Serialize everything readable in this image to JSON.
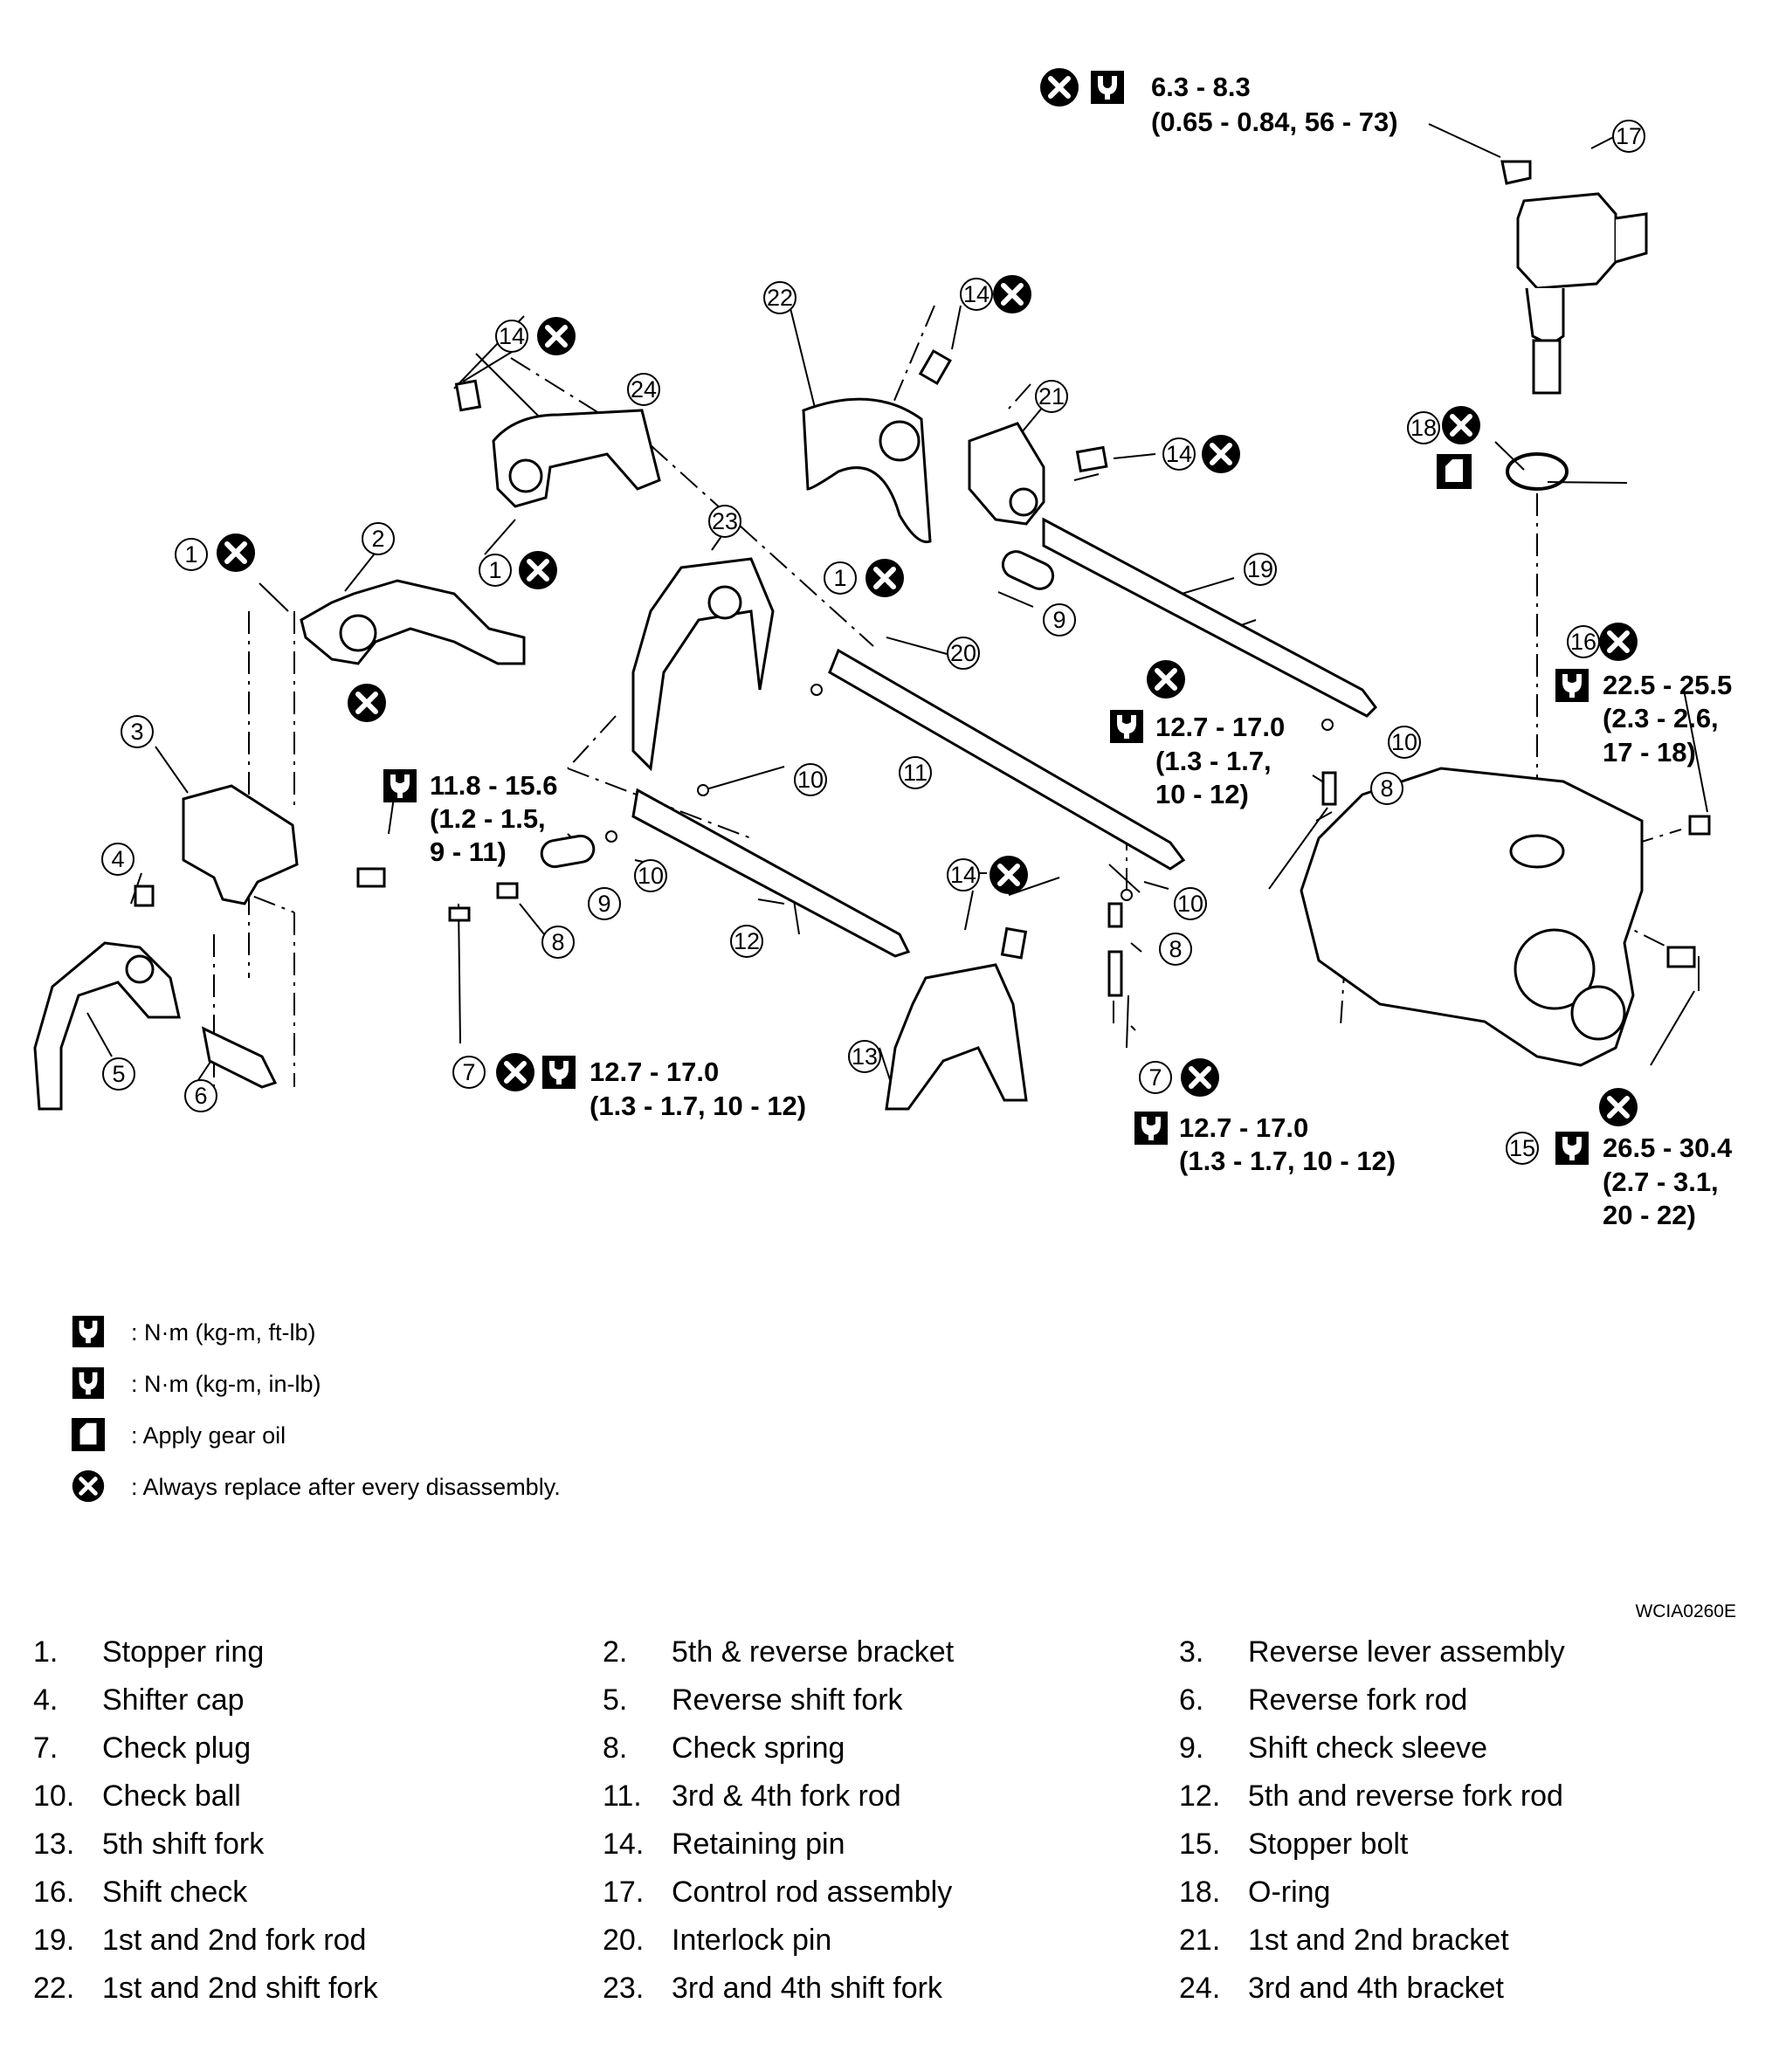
{
  "torque_specs": {
    "control_rod_bolt": {
      "value": "6.3 - 8.3",
      "detail": "(0.65 - 0.84, 56 - 73)"
    },
    "reverse_lever_bolt": {
      "value": "11.8 - 15.6",
      "detail1": "(1.2 - 1.5,",
      "detail2": "9 - 11)"
    },
    "check_plug_upper": {
      "value": "12.7 - 17.0",
      "detail1": "(1.3 - 1.7,",
      "detail2": "10 - 12)"
    },
    "check_plug_left": {
      "value": "12.7 - 17.0",
      "detail": "(1.3 - 1.7, 10 - 12)"
    },
    "check_plug_right": {
      "value": "12.7 - 17.0",
      "detail": "(1.3 - 1.7, 10 - 12)"
    },
    "shift_check": {
      "value": "22.5 - 25.5",
      "detail1": "(2.3 - 2.6,",
      "detail2": "17 - 18)"
    },
    "stopper_bolt": {
      "value": "26.5 - 30.4",
      "detail1": "(2.7 - 3.1,",
      "detail2": "20 - 22)"
    }
  },
  "callouts": {
    "c1": "1",
    "c2": "2",
    "c3": "3",
    "c4": "4",
    "c5": "5",
    "c6": "6",
    "c7": "7",
    "c8": "8",
    "c9": "9",
    "c10": "10",
    "c11": "11",
    "c12": "12",
    "c13": "13",
    "c14": "14",
    "c15": "15",
    "c16": "16",
    "c17": "17",
    "c18": "18",
    "c19": "19",
    "c20": "20",
    "c21": "21",
    "c22": "22",
    "c23": "23",
    "c24": "24"
  },
  "legend": [
    {
      "icon": "torque-wrench-icon",
      "text": ": N·m (kg-m, ft-lb)"
    },
    {
      "icon": "torque-wrench-filled-icon",
      "text": ": N·m (kg-m, in-lb)"
    },
    {
      "icon": "oil-can-icon",
      "text": ": Apply gear oil"
    },
    {
      "icon": "replace-x-icon",
      "text": ": Always replace after every disassembly."
    }
  ],
  "figure_code": "WCIA0260E",
  "parts": [
    {
      "num": "1.",
      "name": "Stopper ring"
    },
    {
      "num": "2.",
      "name": "5th & reverse bracket"
    },
    {
      "num": "3.",
      "name": "Reverse lever assembly"
    },
    {
      "num": "4.",
      "name": "Shifter cap"
    },
    {
      "num": "5.",
      "name": "Reverse shift fork"
    },
    {
      "num": "6.",
      "name": "Reverse fork rod"
    },
    {
      "num": "7.",
      "name": "Check plug"
    },
    {
      "num": "8.",
      "name": "Check spring"
    },
    {
      "num": "9.",
      "name": "Shift check sleeve"
    },
    {
      "num": "10.",
      "name": "Check ball"
    },
    {
      "num": "11.",
      "name": "3rd & 4th fork rod"
    },
    {
      "num": "12.",
      "name": "5th and reverse fork rod"
    },
    {
      "num": "13.",
      "name": "5th shift fork"
    },
    {
      "num": "14.",
      "name": "Retaining pin"
    },
    {
      "num": "15.",
      "name": "Stopper bolt"
    },
    {
      "num": "16.",
      "name": "Shift check"
    },
    {
      "num": "17.",
      "name": "Control rod assembly"
    },
    {
      "num": "18.",
      "name": "O-ring"
    },
    {
      "num": "19.",
      "name": "1st and 2nd fork rod"
    },
    {
      "num": "20.",
      "name": "Interlock pin"
    },
    {
      "num": "21.",
      "name": "1st and 2nd bracket"
    },
    {
      "num": "22.",
      "name": "1st and 2nd shift fork"
    },
    {
      "num": "23.",
      "name": "3rd and 4th shift fork"
    },
    {
      "num": "24.",
      "name": "3rd and 4th bracket"
    }
  ]
}
